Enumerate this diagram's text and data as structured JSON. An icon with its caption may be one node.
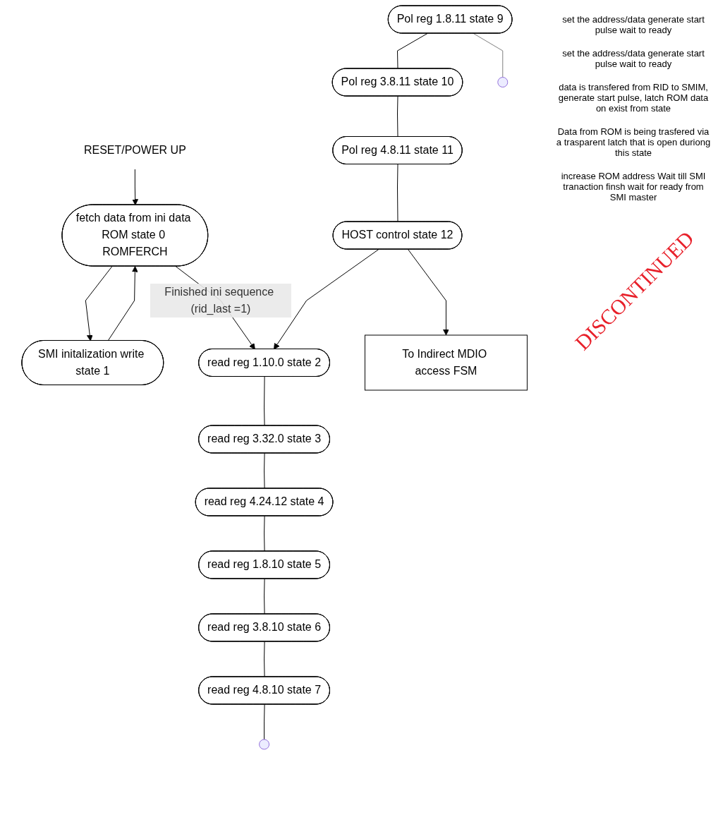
{
  "diagram": {
    "nodes": [
      {
        "text": [
          "RESET/POWER UP"
        ]
      },
      {
        "text": [
          "fetch data from ini data ROM state 0 ROMFERCH"
        ]
      },
      {
        "text": [
          "SMI initalization write state 1"
        ]
      },
      {
        "text": [
          "read reg 1.10.0 state 2"
        ]
      },
      {
        "text": [
          "read reg 3.32.0 state 3"
        ]
      },
      {
        "text": [
          "read reg 4.24.12 state 4"
        ]
      },
      {
        "text": [
          "read reg 1.8.10 state 5"
        ]
      },
      {
        "text": [
          "read reg 3.8.10 state 6"
        ]
      },
      {
        "text": [
          "read reg 4.8.10 state 7"
        ]
      },
      {
        "text": [
          "Pol reg 1.8.11 state 9"
        ]
      },
      {
        "text": [
          "Pol reg 3.8.11 state 10"
        ]
      },
      {
        "text": [
          "Pol reg 4.8.11 state 11"
        ]
      },
      {
        "text": [
          "HOST control state 12"
        ]
      },
      {
        "text": [
          "To Indirect MDIO access FSM"
        ]
      }
    ],
    "edges": [
      {
        "from": 0,
        "to": 1,
        "arrow": "to"
      },
      {
        "from": 1,
        "to": 2,
        "arrow": "to"
      },
      {
        "from": 2,
        "to": 1,
        "arrow": "to"
      },
      {
        "from": 1,
        "to": 3,
        "label": "Finished ini sequence (rid_last =1)",
        "arrow": "to"
      },
      {
        "from": 3,
        "to": 4,
        "arrow": "none"
      },
      {
        "from": 4,
        "to": 5,
        "arrow": "none"
      },
      {
        "from": 5,
        "to": 6,
        "arrow": "none"
      },
      {
        "from": 6,
        "to": 7,
        "arrow": "none"
      },
      {
        "from": 7,
        "to": 8,
        "arrow": "none"
      },
      {
        "from": 8,
        "to": null,
        "arrow": "none"
      },
      {
        "from": 9,
        "to": 10,
        "arrow": "none"
      },
      {
        "from": 10,
        "to": 11,
        "arrow": "none"
      },
      {
        "from": 11,
        "to": 12,
        "arrow": "none"
      },
      {
        "from": 12,
        "to": 13,
        "arrow": "to"
      },
      {
        "from": 12,
        "to": 3,
        "arrow": "to"
      },
      {
        "from": 9,
        "to": null,
        "arrow": "none",
        "color": "#808080"
      }
    ],
    "labels": [
      "set the address/data generate start pulse wait to ready",
      "set the address/data generate start pulse wait to ready",
      "data is transfered from RID to SMIM, generate start pulse, latch ROM data on exist from state",
      "Data from ROM is being trasfered via a trasparent latch that is open duriong this state",
      "increase ROM address Wait till SMI tranaction finsh wait for ready from SMI master",
      "DISCONTINUED"
    ]
  }
}
